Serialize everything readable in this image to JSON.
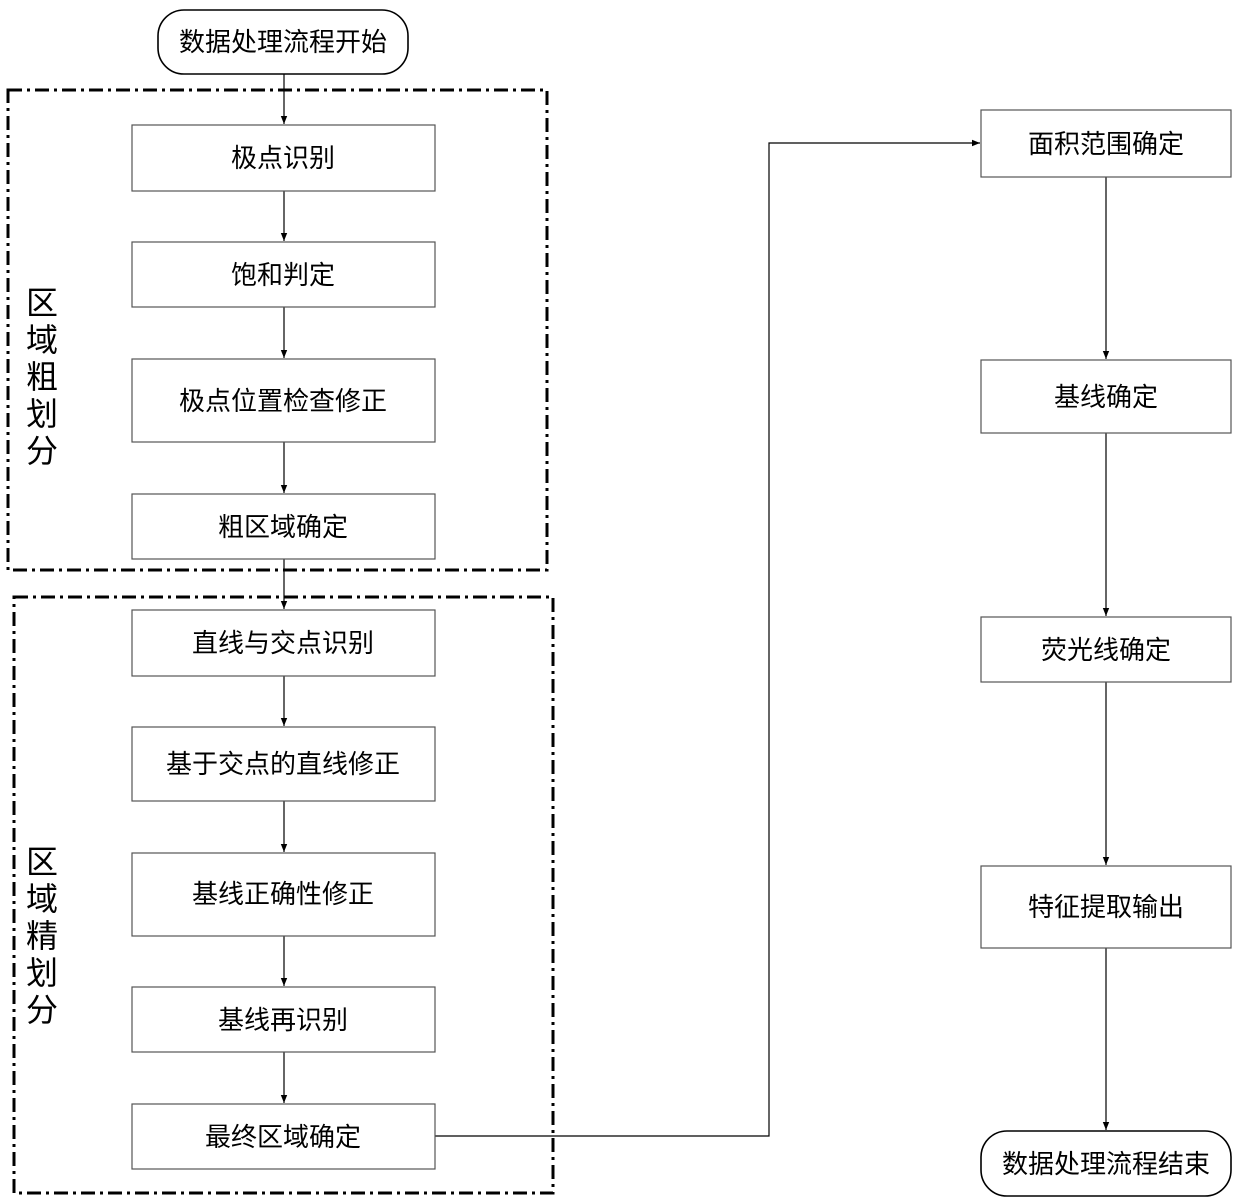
{
  "start_label": "数据处理流程开始",
  "end_label": "数据处理流程结束",
  "regions": {
    "coarse": "区域粗划分",
    "fine": "区域精划分"
  },
  "steps": {
    "extreme_point_identification": "极点识别",
    "saturation_judgment": "饱和判定",
    "extreme_point_position_check": "极点位置检查修正",
    "coarse_region_determination": "粗区域确定",
    "line_and_intersection_identification": "直线与交点识别",
    "intersection_based_line_correction": "基于交点的直线修正",
    "baseline_correctness_correction": "基线正确性修正",
    "baseline_reidentification": "基线再识别",
    "final_region_determination": "最终区域确定",
    "area_range_determination": "面积范围确定",
    "baseline_determination": "基线确定",
    "fluorescence_line_determination": "荧光线确定",
    "feature_extraction_output": "特征提取输出"
  }
}
